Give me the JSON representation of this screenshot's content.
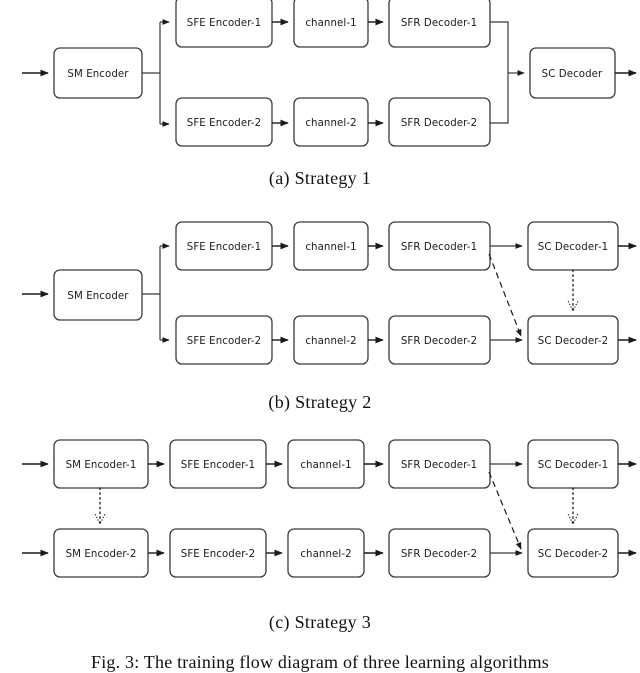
{
  "figure": {
    "caption": "Fig. 3: The training flow diagram of three learning algorithms",
    "colors": {
      "background": "#ffffff",
      "box_stroke": "#3a3a3a",
      "box_fill": "#ffffff",
      "edge_solid": "#1a1a1a",
      "edge_dashed": "#1a1a1a",
      "edge_dotted": "#1a1a1a",
      "text": "#1a1a1a"
    }
  },
  "panels": [
    {
      "id": "strategy-1",
      "caption": "(a)  Strategy 1",
      "nodes": {
        "sm_encoder": "SM Encoder",
        "sfe_encoder_1": "SFE Encoder-1",
        "sfe_encoder_2": "SFE Encoder-2",
        "channel_1": "channel-1",
        "channel_2": "channel-2",
        "sfr_decoder_1": "SFR Decoder-1",
        "sfr_decoder_2": "SFR Decoder-2",
        "sc_decoder": "SC Decoder"
      }
    },
    {
      "id": "strategy-2",
      "caption": "(b)  Strategy 2",
      "nodes": {
        "sm_encoder": "SM Encoder",
        "sfe_encoder_1": "SFE Encoder-1",
        "sfe_encoder_2": "SFE Encoder-2",
        "channel_1": "channel-1",
        "channel_2": "channel-2",
        "sfr_decoder_1": "SFR Decoder-1",
        "sfr_decoder_2": "SFR Decoder-2",
        "sc_decoder_1": "SC Decoder-1",
        "sc_decoder_2": "SC Decoder-2"
      }
    },
    {
      "id": "strategy-3",
      "caption": "(c)  Strategy 3",
      "nodes": {
        "sm_encoder_1": "SM Encoder-1",
        "sm_encoder_2": "SM Encoder-2",
        "sfe_encoder_1": "SFE Encoder-1",
        "sfe_encoder_2": "SFE Encoder-2",
        "channel_1": "channel-1",
        "channel_2": "channel-2",
        "sfr_decoder_1": "SFR Decoder-1",
        "sfr_decoder_2": "SFR Decoder-2",
        "sc_decoder_1": "SC Decoder-1",
        "sc_decoder_2": "SC Decoder-2"
      }
    }
  ]
}
